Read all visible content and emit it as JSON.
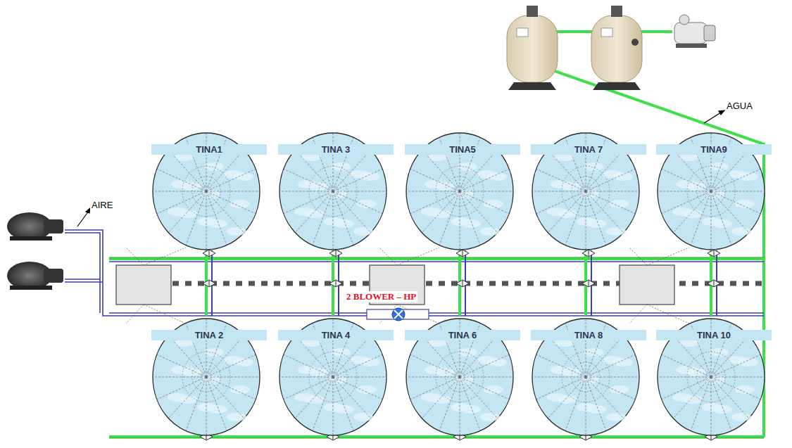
{
  "diagram": {
    "nodes": [
      {
        "text": [
          "TINA1"
        ]
      },
      {
        "text": [
          "TINA 3"
        ]
      },
      {
        "text": [
          "TINA5"
        ]
      },
      {
        "text": [
          "TINA 7"
        ]
      },
      {
        "text": [
          "TINA9"
        ]
      },
      {
        "text": [
          "TINA 2"
        ]
      },
      {
        "text": [
          "TINA 4"
        ]
      },
      {
        "text": [
          "TINA 6"
        ]
      },
      {
        "text": [
          "TINA 8"
        ]
      },
      {
        "text": [
          "TINA 10"
        ]
      }
    ],
    "labels": [
      "AIRE",
      "AGUA",
      "2 BLOWER – HP"
    ]
  }
}
